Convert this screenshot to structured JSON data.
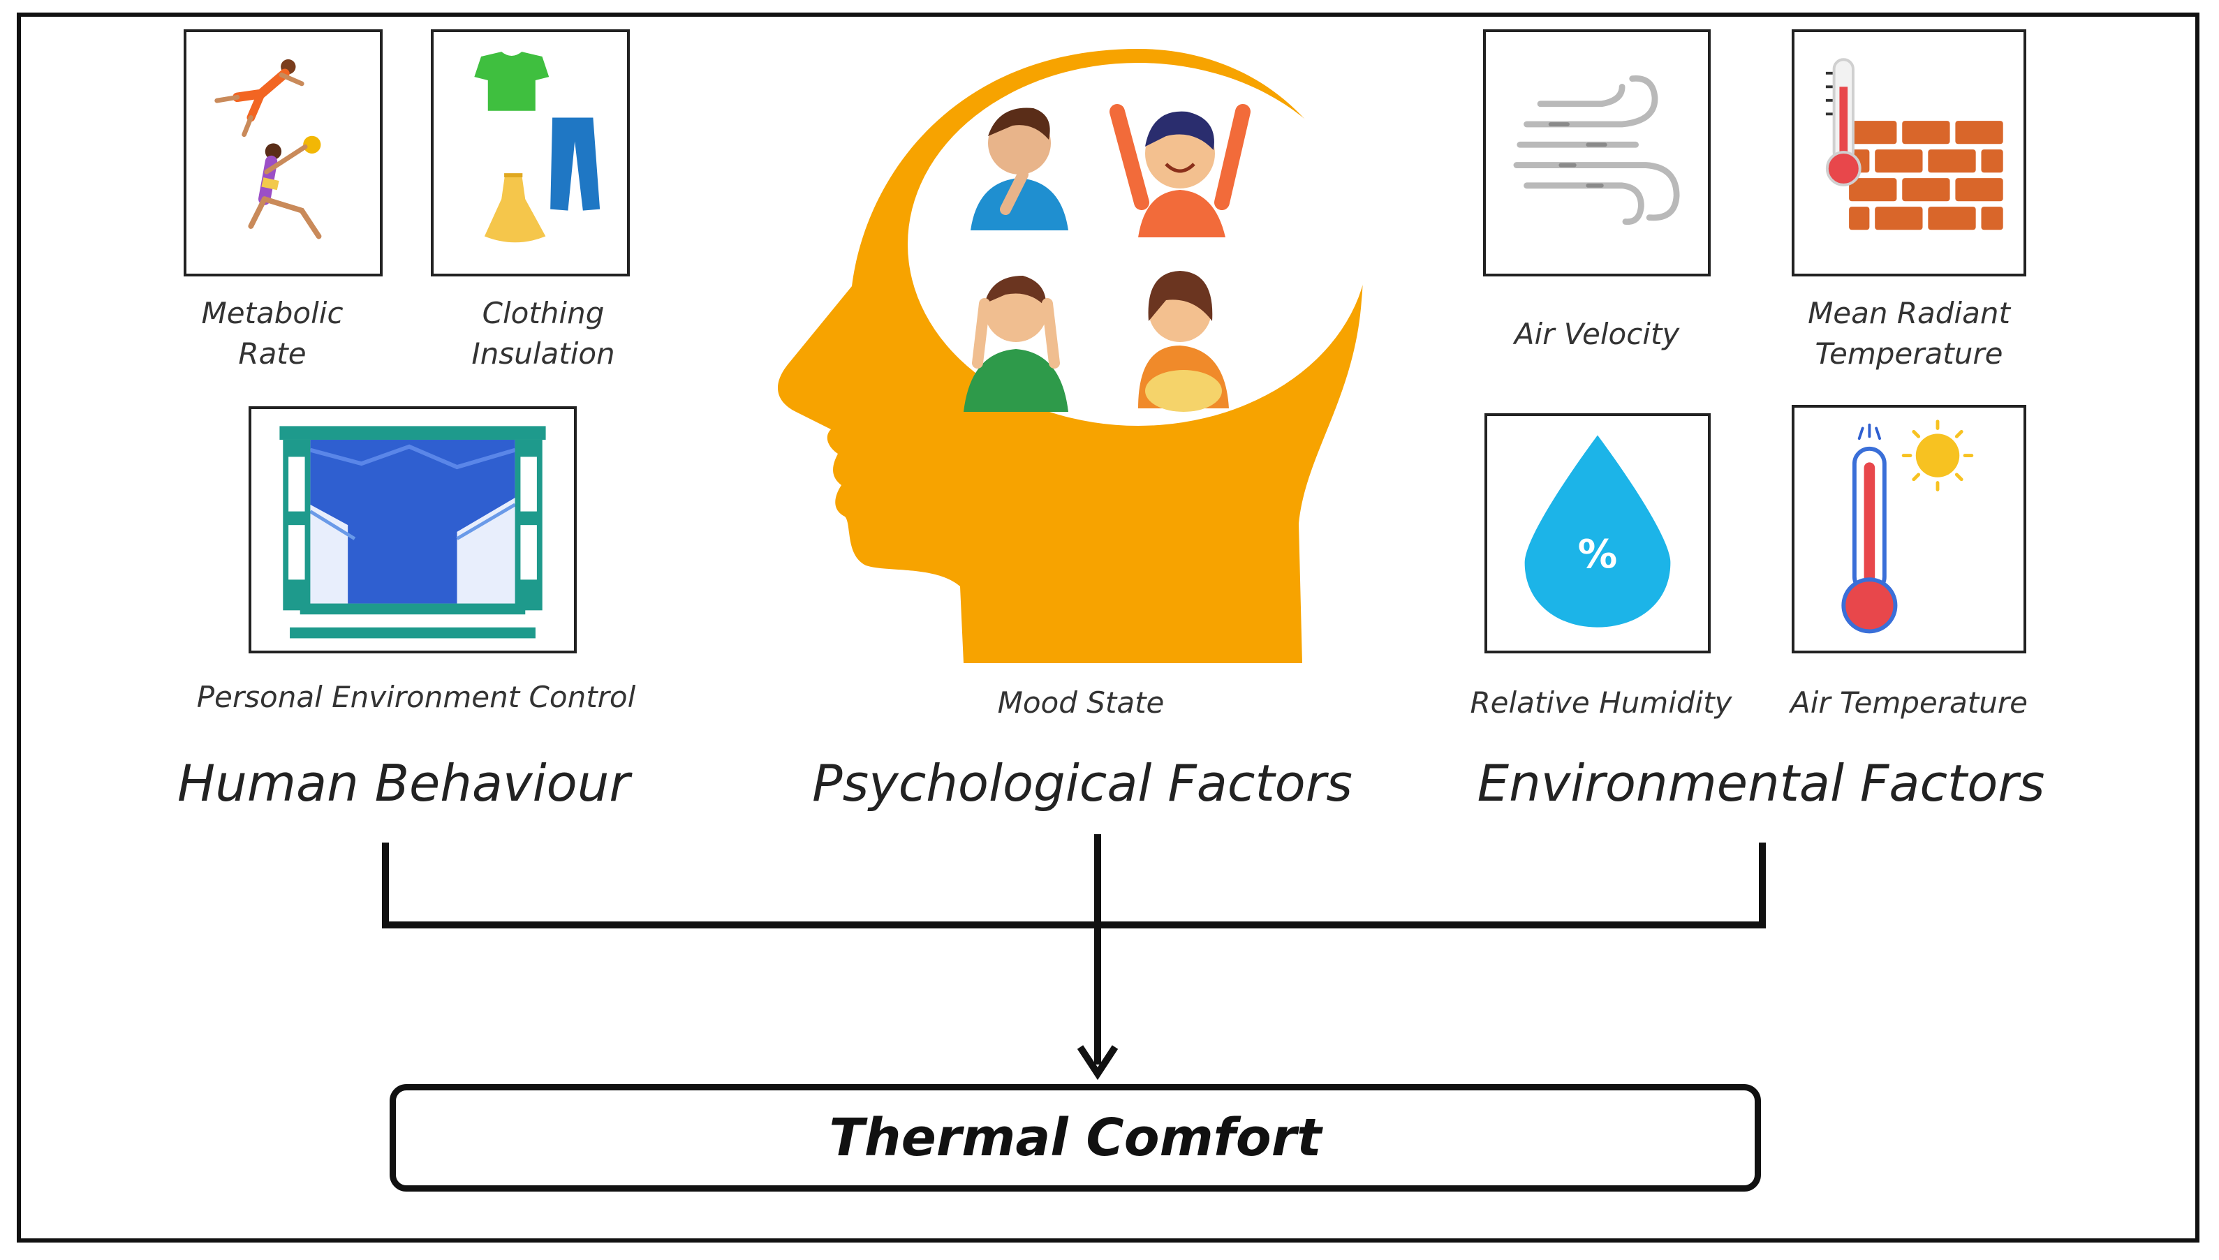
{
  "factors": {
    "metabolic_rate": [
      "Metabolic",
      "Rate"
    ],
    "clothing_insulation": [
      "Clothing",
      "Insulation"
    ],
    "personal_environment_control": "Personal Environment Control",
    "mood_state": "Mood State",
    "air_velocity": "Air Velocity",
    "mean_radiant_temperature": [
      "Mean Radiant",
      "Temperature"
    ],
    "relative_humidity": "Relative Humidity",
    "air_temperature": "Air Temperature"
  },
  "groups": {
    "human": "Human Behaviour",
    "psych": "Psychological Factors",
    "env": "Environmental Factors"
  },
  "humidity_symbol": "%",
  "result": "Thermal Comfort",
  "colors": {
    "head": "#F7A300",
    "water": "#1CB4E8",
    "brick": "#D9662A",
    "window": "#1E9A8C",
    "sky": "#2F5FD0",
    "thermo_red": "#E8474B"
  }
}
